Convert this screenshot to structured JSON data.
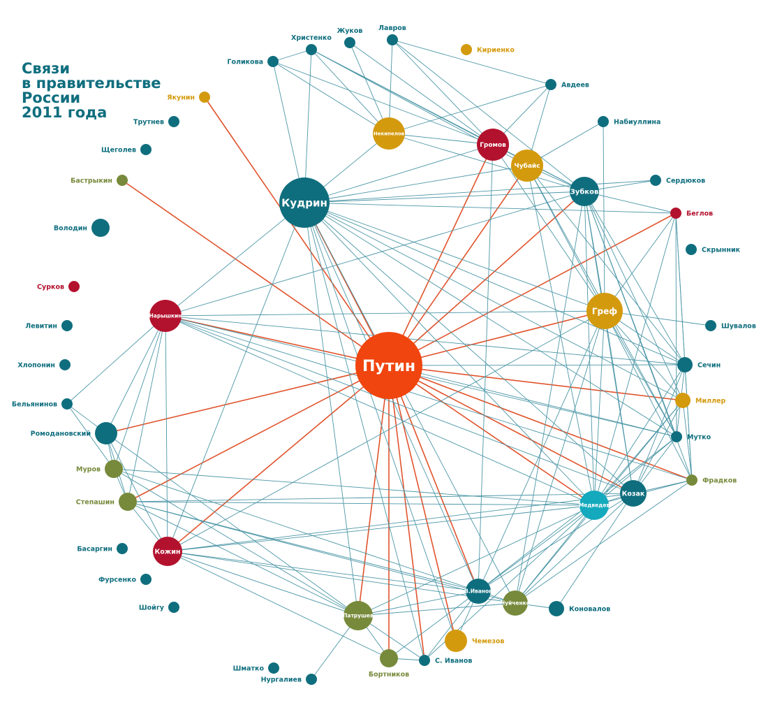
{
  "title_lines": [
    "Связи",
    "в правительстве",
    "России",
    "2011 года"
  ],
  "colors": {
    "teal": "#0f6e7e",
    "red": "#b3122e",
    "gold": "#d49a0e",
    "olive": "#778a3b",
    "cyan": "#14a9bd",
    "orange": "#f0450f",
    "edge_teal": "#4b96a6",
    "edge_red": "#e0532c"
  },
  "nodes": [
    {
      "id": "putin",
      "name": "Путин",
      "color": "orange",
      "inside": true
    },
    {
      "id": "kudrin",
      "name": "Кудрин",
      "color": "teal",
      "inside": true
    },
    {
      "id": "naryshkin",
      "name": "Нарышкин",
      "color": "red",
      "inside": true
    },
    {
      "id": "nekipelov",
      "name": "Некипелов",
      "color": "gold",
      "inside": true
    },
    {
      "id": "gromov",
      "name": "Громов",
      "color": "red",
      "inside": true
    },
    {
      "id": "chubais",
      "name": "Чубайс",
      "color": "gold",
      "inside": true
    },
    {
      "id": "zubkov",
      "name": "Зубков",
      "color": "teal",
      "inside": true
    },
    {
      "id": "gref",
      "name": "Греф",
      "color": "gold",
      "inside": true
    },
    {
      "id": "kozak",
      "name": "Козак",
      "color": "teal",
      "inside": true
    },
    {
      "id": "medvedev",
      "name": "Медведев",
      "color": "cyan",
      "inside": true
    },
    {
      "id": "vivanov",
      "name": "В.Иванов",
      "color": "teal",
      "inside": true
    },
    {
      "id": "chuichenko",
      "name": "Чуйченко",
      "color": "olive",
      "inside": true
    },
    {
      "id": "patrushev",
      "name": "Патрушев",
      "color": "olive",
      "inside": true
    },
    {
      "id": "kozhin",
      "name": "Кожин",
      "color": "red",
      "inside": true
    },
    {
      "id": "golikova",
      "name": "Голикова",
      "color": "teal",
      "inside": false
    },
    {
      "id": "khristenko",
      "name": "Христенко",
      "color": "teal",
      "inside": false
    },
    {
      "id": "zhukov",
      "name": "Жуков",
      "color": "teal",
      "inside": false
    },
    {
      "id": "lavrov",
      "name": "Лавров",
      "color": "teal",
      "inside": false
    },
    {
      "id": "kirienko",
      "name": "Кириенко",
      "color": "gold",
      "inside": false
    },
    {
      "id": "avdeev",
      "name": "Авдеев",
      "color": "teal",
      "inside": false
    },
    {
      "id": "yakunin",
      "name": "Якунин",
      "color": "gold",
      "inside": false
    },
    {
      "id": "trutnev",
      "name": "Трутнев",
      "color": "teal",
      "inside": false
    },
    {
      "id": "shchegolev",
      "name": "Щеголев",
      "color": "teal",
      "inside": false
    },
    {
      "id": "bastrykin",
      "name": "Бастрыкин",
      "color": "olive",
      "inside": false
    },
    {
      "id": "volodin",
      "name": "Володин",
      "color": "teal",
      "inside": false
    },
    {
      "id": "surkov",
      "name": "Сурков",
      "color": "red",
      "inside": false
    },
    {
      "id": "levitin",
      "name": "Левитин",
      "color": "teal",
      "inside": false
    },
    {
      "id": "khloponin",
      "name": "Хлопонин",
      "color": "teal",
      "inside": false
    },
    {
      "id": "belyaninov",
      "name": "Бельянинов",
      "color": "teal",
      "inside": false
    },
    {
      "id": "romodanovsky",
      "name": "Ромодановский",
      "color": "teal",
      "inside": false
    },
    {
      "id": "murov",
      "name": "Муров",
      "color": "olive",
      "inside": false
    },
    {
      "id": "stepashin",
      "name": "Степашин",
      "color": "olive",
      "inside": false
    },
    {
      "id": "basargin",
      "name": "Басаргин",
      "color": "teal",
      "inside": false
    },
    {
      "id": "fursenko",
      "name": "Фурсенко",
      "color": "teal",
      "inside": false
    },
    {
      "id": "shoigu",
      "name": "Шойгу",
      "color": "teal",
      "inside": false
    },
    {
      "id": "shmatko",
      "name": "Шматко",
      "color": "teal",
      "inside": false
    },
    {
      "id": "nurgaliev",
      "name": "Нургалиев",
      "color": "teal",
      "inside": false
    },
    {
      "id": "bortnikov",
      "name": "Бортников",
      "color": "olive",
      "inside": false
    },
    {
      "id": "sivanov",
      "name": "С. Иванов",
      "color": "teal",
      "inside": false
    },
    {
      "id": "chemezov",
      "name": "Чемезов",
      "color": "gold",
      "inside": false
    },
    {
      "id": "konovalov",
      "name": "Коновалов",
      "color": "teal",
      "inside": false
    },
    {
      "id": "nabiullina",
      "name": "Набиуллина",
      "color": "teal",
      "inside": false
    },
    {
      "id": "serdyukov",
      "name": "Сердюков",
      "color": "teal",
      "inside": false
    },
    {
      "id": "beglov",
      "name": "Беглов",
      "color": "red",
      "inside": false
    },
    {
      "id": "skrynnik",
      "name": "Скрынник",
      "color": "teal",
      "inside": false
    },
    {
      "id": "shuvalov",
      "name": "Шувалов",
      "color": "teal",
      "inside": false
    },
    {
      "id": "sechin",
      "name": "Сечин",
      "color": "teal",
      "inside": false
    },
    {
      "id": "miller",
      "name": "Миллер",
      "color": "gold",
      "inside": false
    },
    {
      "id": "mutko",
      "name": "Мутко",
      "color": "teal",
      "inside": false
    },
    {
      "id": "fradkov",
      "name": "Фрадков",
      "color": "olive",
      "inside": false
    }
  ],
  "edges": [
    [
      "putin",
      "yakunin",
      "r"
    ],
    [
      "putin",
      "bastrykin",
      "r"
    ],
    [
      "putin",
      "kudrin",
      "r"
    ],
    [
      "putin",
      "naryshkin",
      "r"
    ],
    [
      "putin",
      "gromov",
      "r"
    ],
    [
      "putin",
      "chubais",
      "r"
    ],
    [
      "putin",
      "zubkov",
      "r"
    ],
    [
      "putin",
      "beglov",
      "r"
    ],
    [
      "putin",
      "gref",
      "r"
    ],
    [
      "putin",
      "miller",
      "r"
    ],
    [
      "putin",
      "fradkov",
      "r"
    ],
    [
      "putin",
      "kozak",
      "r"
    ],
    [
      "putin",
      "medvedev",
      "r"
    ],
    [
      "putin",
      "vivanov",
      "r"
    ],
    [
      "putin",
      "chemezov",
      "r"
    ],
    [
      "putin",
      "sivanov",
      "r"
    ],
    [
      "putin",
      "bortnikov",
      "r"
    ],
    [
      "putin",
      "patrushev",
      "r"
    ],
    [
      "putin",
      "kozhin",
      "r"
    ],
    [
      "putin",
      "stepashin",
      "r"
    ],
    [
      "putin",
      "romodanovsky",
      "r"
    ],
    [
      "putin",
      "sechin",
      "t"
    ],
    [
      "putin",
      "mutko",
      "t"
    ],
    [
      "kudrin",
      "golikova",
      "t"
    ],
    [
      "kudrin",
      "khristenko",
      "t"
    ],
    [
      "kudrin",
      "nekipelov",
      "t"
    ],
    [
      "kudrin",
      "gromov",
      "t"
    ],
    [
      "kudrin",
      "chubais",
      "t"
    ],
    [
      "kudrin",
      "zubkov",
      "t"
    ],
    [
      "kudrin",
      "beglov",
      "t"
    ],
    [
      "kudrin",
      "gref",
      "t"
    ],
    [
      "kudrin",
      "sechin",
      "t"
    ],
    [
      "kudrin",
      "miller",
      "t"
    ],
    [
      "kudrin",
      "mutko",
      "t"
    ],
    [
      "kudrin",
      "kozak",
      "t"
    ],
    [
      "kudrin",
      "medvedev",
      "t"
    ],
    [
      "kudrin",
      "naryshkin",
      "t"
    ],
    [
      "kudrin",
      "kozhin",
      "t"
    ],
    [
      "kudrin",
      "patrushev",
      "t"
    ],
    [
      "kudrin",
      "vivanov",
      "t"
    ],
    [
      "kudrin",
      "chuichenko",
      "t"
    ],
    [
      "kudrin",
      "sivanov",
      "t"
    ],
    [
      "kudrin",
      "chemezov",
      "t"
    ],
    [
      "golikova",
      "nekipelov",
      "t"
    ],
    [
      "golikova",
      "gromov",
      "t"
    ],
    [
      "golikova",
      "khristenko",
      "t"
    ],
    [
      "khristenko",
      "nekipelov",
      "t"
    ],
    [
      "khristenko",
      "gromov",
      "t"
    ],
    [
      "khristenko",
      "chubais",
      "t"
    ],
    [
      "khristenko",
      "zubkov",
      "t"
    ],
    [
      "zhukov",
      "gromov",
      "t"
    ],
    [
      "zhukov",
      "nekipelov",
      "t"
    ],
    [
      "lavrov",
      "avdeev",
      "t"
    ],
    [
      "lavrov",
      "nekipelov",
      "t"
    ],
    [
      "lavrov",
      "zubkov",
      "t"
    ],
    [
      "lavrov",
      "gromov",
      "t"
    ],
    [
      "avdeev",
      "nekipelov",
      "t"
    ],
    [
      "avdeev",
      "gromov",
      "t"
    ],
    [
      "avdeev",
      "chubais",
      "t"
    ],
    [
      "nekipelov",
      "gromov",
      "t"
    ],
    [
      "nekipelov",
      "zubkov",
      "t"
    ],
    [
      "gromov",
      "zubkov",
      "t"
    ],
    [
      "gromov",
      "gref",
      "t"
    ],
    [
      "gromov",
      "vivanov",
      "t"
    ],
    [
      "nabiullina",
      "gref",
      "t"
    ],
    [
      "nabiullina",
      "chubais",
      "t"
    ],
    [
      "serdyukov",
      "zubkov",
      "t"
    ],
    [
      "serdyukov",
      "kudrin",
      "t"
    ],
    [
      "chubais",
      "zubkov",
      "t"
    ],
    [
      "chubais",
      "gref",
      "t"
    ],
    [
      "chubais",
      "sechin",
      "t"
    ],
    [
      "chubais",
      "mutko",
      "t"
    ],
    [
      "chubais",
      "medvedev",
      "t"
    ],
    [
      "zubkov",
      "beglov",
      "t"
    ],
    [
      "zubkov",
      "gref",
      "t"
    ],
    [
      "zubkov",
      "sechin",
      "t"
    ],
    [
      "zubkov",
      "miller",
      "t"
    ],
    [
      "zubkov",
      "mutko",
      "t"
    ],
    [
      "zubkov",
      "kozak",
      "t"
    ],
    [
      "zubkov",
      "medvedev",
      "t"
    ],
    [
      "zubkov",
      "fradkov",
      "t"
    ],
    [
      "zubkov",
      "chuichenko",
      "t"
    ],
    [
      "beglov",
      "sechin",
      "t"
    ],
    [
      "beglov",
      "fradkov",
      "t"
    ],
    [
      "beglov",
      "mutko",
      "t"
    ],
    [
      "beglov",
      "medvedev",
      "t"
    ],
    [
      "beglov",
      "gref",
      "t"
    ],
    [
      "gref",
      "sechin",
      "t"
    ],
    [
      "gref",
      "miller",
      "t"
    ],
    [
      "gref",
      "mutko",
      "t"
    ],
    [
      "gref",
      "kozak",
      "t"
    ],
    [
      "gref",
      "shuvalov",
      "t"
    ],
    [
      "gref",
      "medvedev",
      "t"
    ],
    [
      "gref",
      "fradkov",
      "t"
    ],
    [
      "gref",
      "chuichenko",
      "t"
    ],
    [
      "gref",
      "vivanov",
      "t"
    ],
    [
      "gref",
      "kozhin",
      "t"
    ],
    [
      "sechin",
      "medvedev",
      "t"
    ],
    [
      "sechin",
      "kozak",
      "t"
    ],
    [
      "sechin",
      "mutko",
      "t"
    ],
    [
      "sechin",
      "fradkov",
      "t"
    ],
    [
      "sechin",
      "naryshkin",
      "t"
    ],
    [
      "miller",
      "medvedev",
      "t"
    ],
    [
      "miller",
      "kozak",
      "t"
    ],
    [
      "miller",
      "fradkov",
      "t"
    ],
    [
      "miller",
      "chuichenko",
      "t"
    ],
    [
      "mutko",
      "kozak",
      "t"
    ],
    [
      "mutko",
      "medvedev",
      "t"
    ],
    [
      "mutko",
      "vivanov",
      "t"
    ],
    [
      "mutko",
      "naryshkin",
      "t"
    ],
    [
      "fradkov",
      "kozak",
      "t"
    ],
    [
      "fradkov",
      "medvedev",
      "t"
    ],
    [
      "fradkov",
      "chuichenko",
      "t"
    ],
    [
      "fradkov",
      "naryshkin",
      "t"
    ],
    [
      "kozak",
      "medvedev",
      "t"
    ],
    [
      "kozak",
      "vivanov",
      "t"
    ],
    [
      "kozak",
      "chuichenko",
      "t"
    ],
    [
      "kozak",
      "konovalov",
      "t"
    ],
    [
      "kozak",
      "kozhin",
      "t"
    ],
    [
      "kozak",
      "stepashin",
      "t"
    ],
    [
      "kozak",
      "naryshkin",
      "t"
    ],
    [
      "medvedev",
      "vivanov",
      "t"
    ],
    [
      "medvedev",
      "chuichenko",
      "t"
    ],
    [
      "medvedev",
      "patrushev",
      "t"
    ],
    [
      "medvedev",
      "kozhin",
      "t"
    ],
    [
      "medvedev",
      "stepashin",
      "t"
    ],
    [
      "medvedev",
      "naryshkin",
      "t"
    ],
    [
      "medvedev",
      "sivanov",
      "t"
    ],
    [
      "vivanov",
      "chuichenko",
      "t"
    ],
    [
      "vivanov",
      "patrushev",
      "t"
    ],
    [
      "vivanov",
      "kozhin",
      "t"
    ],
    [
      "vivanov",
      "bortnikov",
      "t"
    ],
    [
      "vivanov",
      "sivanov",
      "t"
    ],
    [
      "vivanov",
      "chemezov",
      "t"
    ],
    [
      "chuichenko",
      "konovalov",
      "t"
    ],
    [
      "chuichenko",
      "patrushev",
      "t"
    ],
    [
      "chuichenko",
      "kozhin",
      "t"
    ],
    [
      "patrushev",
      "bortnikov",
      "t"
    ],
    [
      "patrushev",
      "nurgaliev",
      "t"
    ],
    [
      "patrushev",
      "kozhin",
      "t"
    ],
    [
      "patrushev",
      "sivanov",
      "t"
    ],
    [
      "patrushev",
      "romodanovsky",
      "t"
    ],
    [
      "patrushev",
      "murov",
      "t"
    ],
    [
      "patrushev",
      "stepashin",
      "t"
    ],
    [
      "bortnikov",
      "kozhin",
      "t"
    ],
    [
      "bortnikov",
      "sivanov",
      "t"
    ],
    [
      "kozhin",
      "naryshkin",
      "t"
    ],
    [
      "kozhin",
      "stepashin",
      "t"
    ],
    [
      "kozhin",
      "romodanovsky",
      "t"
    ],
    [
      "naryshkin",
      "belyaninov",
      "t"
    ],
    [
      "naryshkin",
      "romodanovsky",
      "t"
    ],
    [
      "naryshkin",
      "murov",
      "t"
    ],
    [
      "naryshkin",
      "stepashin",
      "t"
    ],
    [
      "naryshkin",
      "zubkov",
      "t"
    ],
    [
      "naryshkin",
      "gref",
      "t"
    ],
    [
      "belyaninov",
      "murov",
      "t"
    ],
    [
      "belyaninov",
      "romodanovsky",
      "t"
    ],
    [
      "romodanovsky",
      "murov",
      "t"
    ],
    [
      "romodanovsky",
      "stepashin",
      "t"
    ],
    [
      "murov",
      "stepashin",
      "t"
    ],
    [
      "murov",
      "vivanov",
      "t"
    ],
    [
      "murov",
      "medvedev",
      "t"
    ],
    [
      "stepashin",
      "vivanov",
      "t"
    ],
    [
      "stepashin",
      "chuichenko",
      "t"
    ]
  ]
}
